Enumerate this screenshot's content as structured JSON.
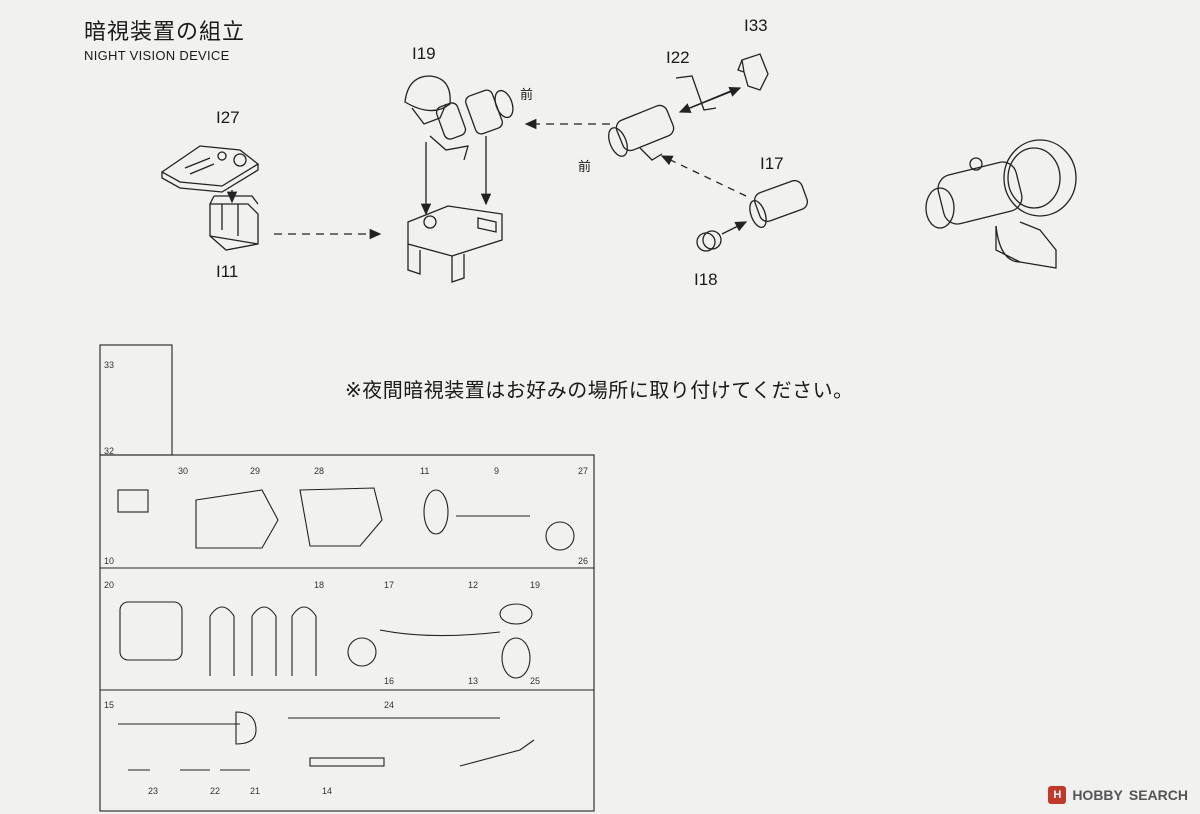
{
  "heading": {
    "title_jp": "暗視装置の組立",
    "title_en": "NIGHT VISION DEVICE"
  },
  "parts": {
    "i27": "I27",
    "i11": "I11",
    "i19": "I19",
    "i22": "I22",
    "i33": "I33",
    "i17": "I17",
    "i18": "I18"
  },
  "front_label": "前",
  "note": "※夜間暗視装置はお好みの場所に取り付けてください。",
  "sprue_numbers": [
    "33",
    "32",
    "30",
    "29",
    "28",
    "11",
    "9",
    "27",
    "10",
    "26",
    "20",
    "18",
    "17",
    "12",
    "19",
    "16",
    "13",
    "25",
    "15",
    "24",
    "23",
    "22",
    "21",
    "14"
  ],
  "watermark": {
    "logo": "H",
    "brand_a": "HOBBY",
    "brand_b": "SEARCH"
  }
}
